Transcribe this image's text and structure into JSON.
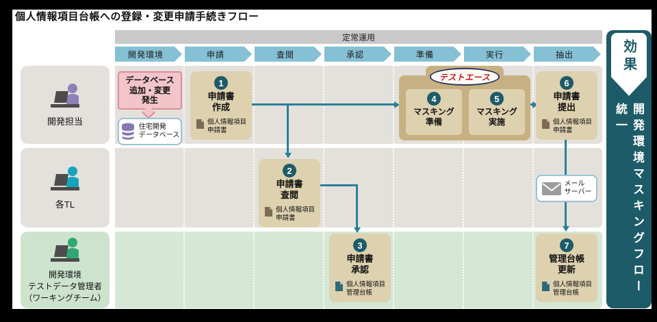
{
  "title": "個人情報項目台帳への登録・変更申請手続きフロー",
  "header": {
    "band_label": "定常運用",
    "phases": [
      "開発環境",
      "申請",
      "査閲",
      "承認",
      "準備",
      "実行",
      "抽出"
    ]
  },
  "lanes": [
    {
      "label": "開発担当"
    },
    {
      "label": "各TL"
    },
    {
      "label": "開発環境\nテストデータ管理者\n（ワーキングチーム）"
    }
  ],
  "trigger": {
    "text": "データベース\n追加・変更\n発生"
  },
  "database": {
    "label": "住宅開発\nデータベース"
  },
  "steps": [
    {
      "num": "1",
      "title": "申請書\n作成",
      "doc": "個人情報項目\n申請書"
    },
    {
      "num": "2",
      "title": "申請書\n査閲",
      "doc": "個人情報項目\n申請書"
    },
    {
      "num": "3",
      "title": "申請書\n承認",
      "doc": "個人情報項目\n管理台帳"
    },
    {
      "num": "4",
      "title": "マスキング\n準備"
    },
    {
      "num": "5",
      "title": "マスキング\n実施"
    },
    {
      "num": "6",
      "title": "申請書\n提出",
      "doc": "個人情報項目\n申請書"
    },
    {
      "num": "7",
      "title": "管理台帳\n更新",
      "doc": "個人情報項目\n管理台帳"
    }
  ],
  "tool": {
    "name": "テストエース"
  },
  "mail_server": {
    "label": "メール\nサーバー"
  },
  "effect": {
    "badge": "効果",
    "text": "開発環境マスキングフロー統一"
  },
  "colors": {
    "banner": "#1d5b68",
    "arrow": "#2a7f99",
    "step_box": "#ddd1af",
    "tool_box": "#c7b183",
    "trigger_fill": "#f4c4cb",
    "trigger_border": "#db8d99",
    "chevron": "#85c0d5",
    "lane_gray": "#e4e1dc",
    "lane_green": "#d5e7d5",
    "person_dev": "#8e80b8",
    "person_tl": "#17a3bd",
    "person_wk": "#2fa775",
    "doc_brown": "#7c6a52",
    "doc_teal": "#2e6b78",
    "db_icon": "#8878b2"
  }
}
